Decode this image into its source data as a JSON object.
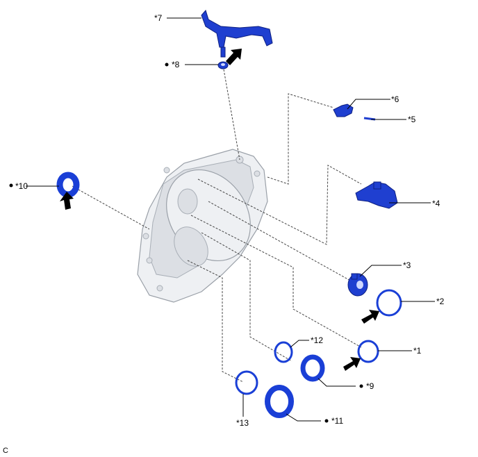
{
  "callouts": {
    "c1": "*1",
    "c2": "*2",
    "c3": "*3",
    "c4": "*4",
    "c5": "*5",
    "c6": "*6",
    "c7": "*7",
    "c8": "*8",
    "c9": "*9",
    "c10": "*10",
    "c11": "*11",
    "c12": "*12",
    "c13": "*13"
  },
  "corner_code": "C",
  "colors": {
    "part_blue": "#1f3fd0",
    "case_grey": "#eef0f3",
    "dashed_line": "#444444"
  }
}
